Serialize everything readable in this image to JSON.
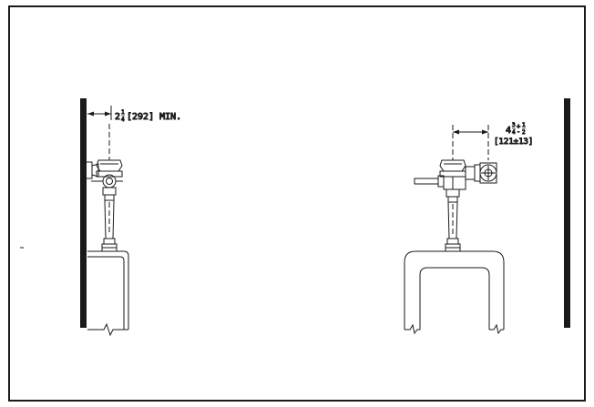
{
  "drawing": {
    "line_color": "#1a1a1a",
    "wall_color": "#1a1a1a",
    "side_view": {
      "dimension_whole": "2",
      "dimension_frac_num": "1",
      "dimension_frac_den": "4",
      "dimension_rest": "[292] MIN."
    },
    "front_view": {
      "dimension_whole": "4",
      "dimension_frac_num": "3",
      "dimension_frac_den": "4",
      "dimension_tol_plus": "+",
      "dimension_tol_num": "1",
      "dimension_tol_minus": "-",
      "dimension_tol_den": "2",
      "dimension_metric": "[121±13]"
    }
  }
}
